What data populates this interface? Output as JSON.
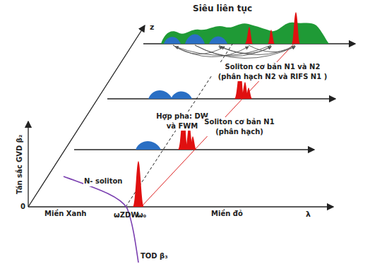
{
  "diagram": {
    "labels": [
      "Siêu liên tục",
      "z",
      "Soliton cơ bản N1 và N2 (phân hạch N2 và RIFS N1 )",
      "Hợp pha: DW và FWM",
      "Soliton cơ bản N1 (phân hạch)",
      "N- soliton",
      "Tán sắc GVD β₂",
      "0",
      "Miền Xanh",
      "ωZDW",
      "ω₀",
      "Miền đỏ",
      "λ",
      "TOD β₃"
    ]
  }
}
